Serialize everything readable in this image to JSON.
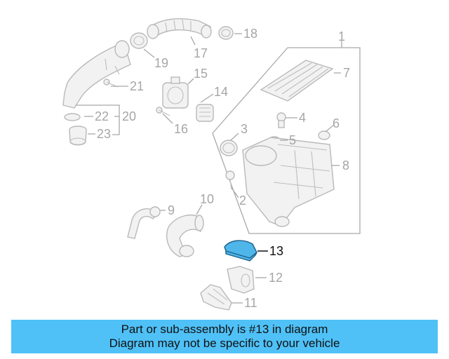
{
  "diagram": {
    "callouts": [
      "1",
      "2",
      "3",
      "4",
      "5",
      "6",
      "7",
      "8",
      "9",
      "10",
      "11",
      "12",
      "13",
      "14",
      "15",
      "16",
      "17",
      "18",
      "19",
      "20",
      "21",
      "22",
      "23"
    ],
    "highlighted_callout": "13",
    "colors": {
      "highlight": "#4fb6ea",
      "part_outline": "#b9b9b9",
      "callout_text": "#a6a6a6"
    }
  },
  "banner": {
    "line1": "Part or sub-assembly is #13 in diagram",
    "line2": "Diagram may not be specific to your vehicle",
    "background": "#4fc1f7"
  }
}
